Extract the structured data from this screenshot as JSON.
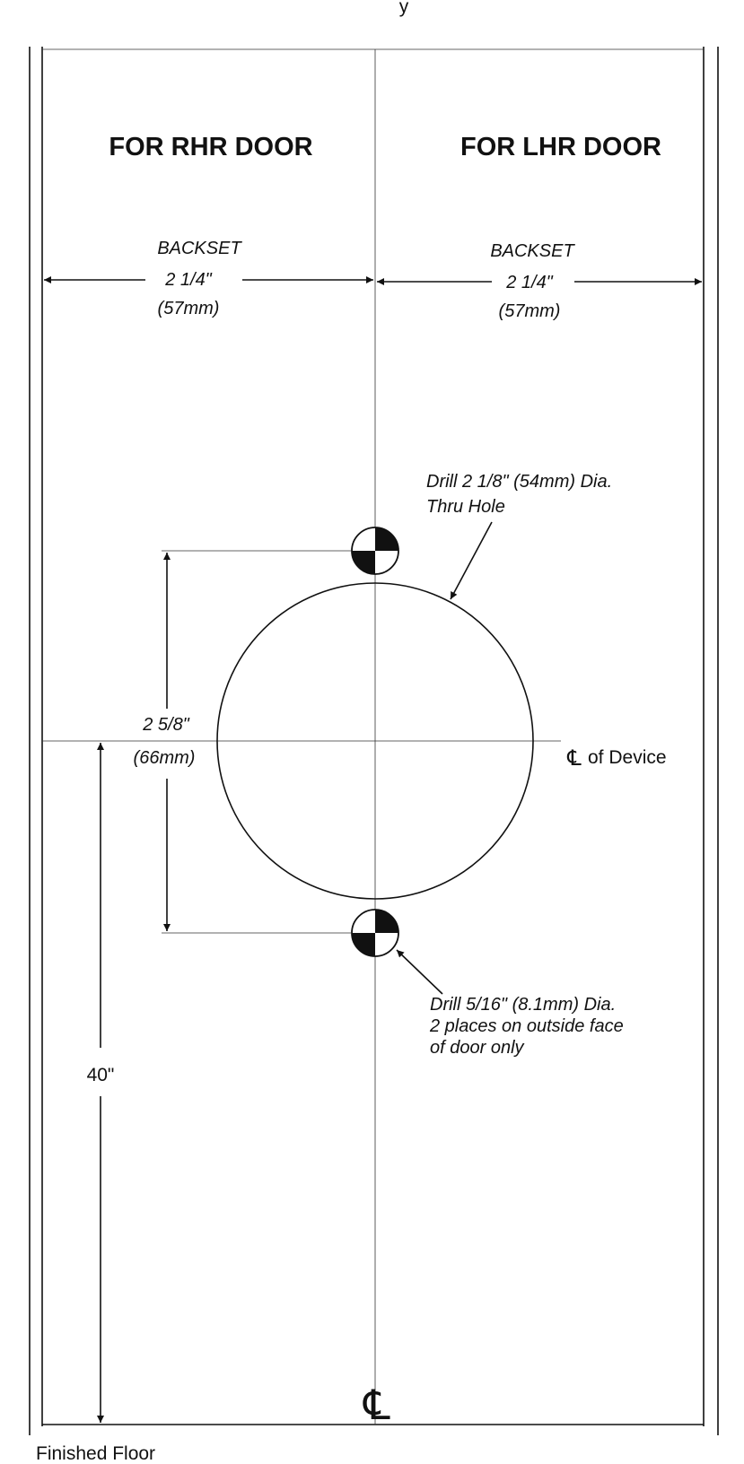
{
  "headings": {
    "rhr": "FOR RHR DOOR",
    "lhr": "FOR LHR DOOR"
  },
  "backset": {
    "left": {
      "label": "BACKSET",
      "value": "2 1/4\"",
      "metric": "(57mm)"
    },
    "right": {
      "label": "BACKSET",
      "value": "2 1/4\"",
      "metric": "(57mm)"
    }
  },
  "hole_note": {
    "line1": "Drill 2 1/8\" (54mm) Dia.",
    "line2": "Thru Hole"
  },
  "spacing": {
    "value": "2 5/8\"",
    "metric": "(66mm)"
  },
  "centerline_device": {
    "symbol": "℄",
    "text": "of Device"
  },
  "small_hole_note": {
    "line1": "Drill 5/16\" (8.1mm) Dia.",
    "line2": "2 places on outside face",
    "line3": "of door only"
  },
  "height": "40\"",
  "centerline_symbol": "℄",
  "floor_label": "Finished Floor",
  "top_caption": "y"
}
